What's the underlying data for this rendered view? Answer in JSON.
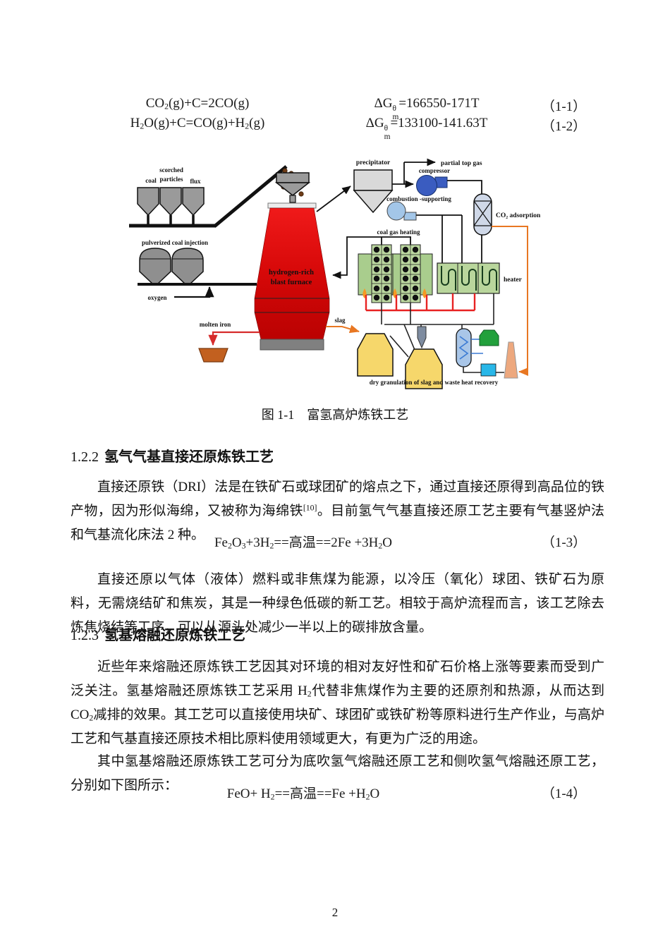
{
  "page": {
    "number": "2"
  },
  "equations": {
    "eq1": {
      "lhs": [
        {
          "t": "CO"
        },
        {
          "t": "2",
          "s": "sub"
        },
        {
          "t": "(g)+C=2CO(g)"
        }
      ],
      "rhs": [
        {
          "t": "ΔG"
        },
        {
          "ss": [
            "θ",
            "m"
          ]
        },
        {
          "t": "=166550-171T"
        }
      ],
      "num": "（1-1）"
    },
    "eq2": {
      "lhs": [
        {
          "t": "H"
        },
        {
          "t": "2",
          "s": "sub"
        },
        {
          "t": "O(g)+C=CO(g)+H"
        },
        {
          "t": "2",
          "s": "sub"
        },
        {
          "t": "(g)"
        }
      ],
      "rhs": [
        {
          "t": "ΔG"
        },
        {
          "ss": [
            "θ",
            "m"
          ]
        },
        {
          "t": "=133100-141.63T"
        }
      ],
      "num": "（1-2）"
    },
    "eq3": {
      "body": [
        {
          "t": "Fe"
        },
        {
          "t": "2",
          "s": "sub"
        },
        {
          "t": "O"
        },
        {
          "t": "3",
          "s": "sub"
        },
        {
          "t": "+3H"
        },
        {
          "t": "2",
          "s": "sub"
        },
        {
          "t": "==高温==2Fe +3H"
        },
        {
          "t": "2",
          "s": "sub"
        },
        {
          "t": "O"
        }
      ],
      "num": "（1-3）"
    },
    "eq4": {
      "body": [
        {
          "t": "FeO+ H"
        },
        {
          "t": "2",
          "s": "sub"
        },
        {
          "t": "==高温==Fe +H"
        },
        {
          "t": "2",
          "s": "sub"
        },
        {
          "t": "O"
        }
      ],
      "num": "（1-4）"
    }
  },
  "figure": {
    "caption": "图 1-1　富氢高炉炼铁工艺",
    "labels": {
      "coal": "coal",
      "scorched_line1": "scorched",
      "scorched_line2": "particles",
      "flux": "flux",
      "pci": "pulverized coal injection",
      "oxygen": "oxygen",
      "molten_iron": "molten iron",
      "slag": "slag",
      "furnace_line1": "hydrogen-rich",
      "furnace_line2": "blast furnace",
      "precipitator": "precipitator",
      "top_gas": "partial top gas",
      "compressor": "compressor",
      "combustion": "combustion -supporting",
      "co2_adsorption": "CO₂ adsorption",
      "coal_gas_heating": "coal gas heating",
      "heater": "heater",
      "dry_granulation": "dry granulation of slag and waste heat recovery"
    },
    "colors": {
      "furnace_red": "#d40808",
      "stove_green": "#b9d69c",
      "pipe_red": "#e82222",
      "pipe_orange": "#e87722",
      "slag_yellow": "#f6d76b",
      "compressor_blue": "#3a5cc0",
      "blower_blue": "#a3c6e8",
      "ladle_brown": "#c2601f"
    }
  },
  "sections": {
    "s122": {
      "number": "1.2.2",
      "title": "氢气气基直接还原炼铁工艺",
      "p1": [
        {
          "t": "直接还原铁（DRI）法是在铁矿石或球团矿的熔点之下，通过直接还原得到高品位的铁产物，因为形似海绵，又被称为海绵铁"
        },
        {
          "t": "[10]",
          "s": "sup"
        },
        {
          "t": "。目前氢气气基直接还原工艺主要有气基竖炉法和气基流化床法 2 种。"
        }
      ],
      "p2": "直接还原以气体（液体）燃料或非焦煤为能源，以冷压（氧化）球团、铁矿石为原料，无需烧结矿和焦炭，其是一种绿色低碳的新工艺。相较于高炉流程而言，该工艺除去炼焦烧结等工序，可以从源头处减少一半以上的碳排放含量。"
    },
    "s123": {
      "number": "1.2.3",
      "title": "氢基熔融还原炼铁工艺",
      "p1": [
        {
          "t": "近些年来熔融还原炼铁工艺因其对环境的相对友好性和矿石价格上涨等要素而受到广泛关注。氢基熔融还原炼铁工艺采用 H"
        },
        {
          "t": "2",
          "s": "sub"
        },
        {
          "t": "代替非焦煤作为主要的还原剂和热源，从而达到 CO"
        },
        {
          "t": "2",
          "s": "sub"
        },
        {
          "t": "减排的效果。其工艺可以直接使用块矿、球团矿或铁矿粉等原料进行生产作业，与高炉工艺和气基直接还原技术相比原料使用领域更大，有更为广泛的用途。"
        }
      ],
      "p2": "其中氢基熔融还原炼铁工艺可分为底吹氢气熔融还原工艺和侧吹氢气熔融还原工艺，分别如下图所示："
    }
  }
}
